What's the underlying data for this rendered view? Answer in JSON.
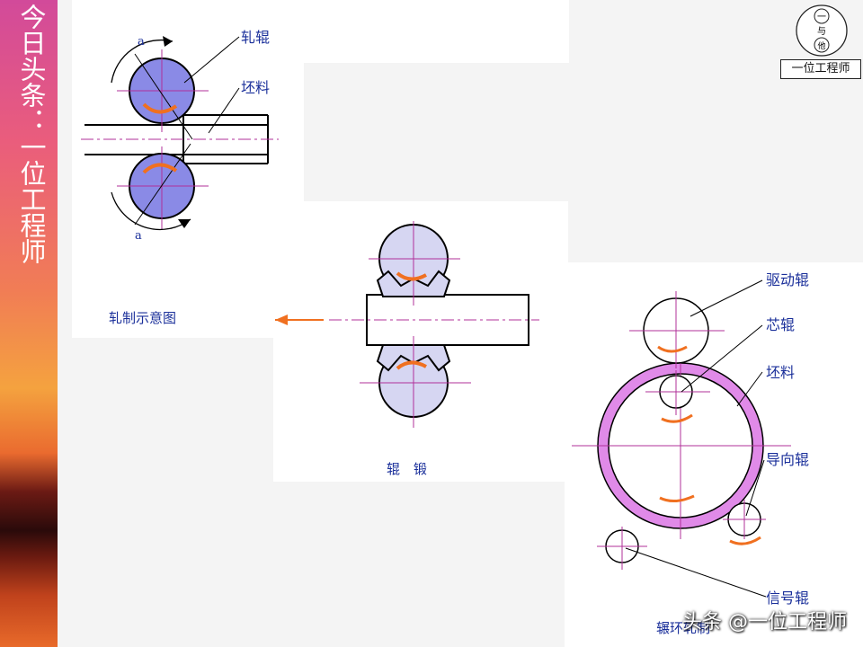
{
  "sidebar": {
    "text": "今日头条：一位工程师"
  },
  "logo": {
    "text": "一位工程师",
    "glyphs": [
      "一",
      "与",
      "他"
    ]
  },
  "rolling_figure": {
    "labels": {
      "roller": "轧辊",
      "blank": "坯料",
      "angle_top": "a",
      "angle_bottom": "a"
    },
    "caption": "轧制示意图"
  },
  "forging_figure": {
    "caption": "辊　锻"
  },
  "ring_figure": {
    "labels": {
      "drive": "驱动辊",
      "core": "芯辊",
      "blank": "坯料",
      "guide": "导向辊",
      "signal": "信号辊"
    },
    "caption": "辗环轧制"
  },
  "watermark": "头条 @一位工程师",
  "colors": {
    "roller_fill": "#8a8ae6",
    "accent_arrow": "#f07020",
    "centerline": "#b0309a",
    "ring": "#e08ae8",
    "caption": "#1a2f9a"
  }
}
